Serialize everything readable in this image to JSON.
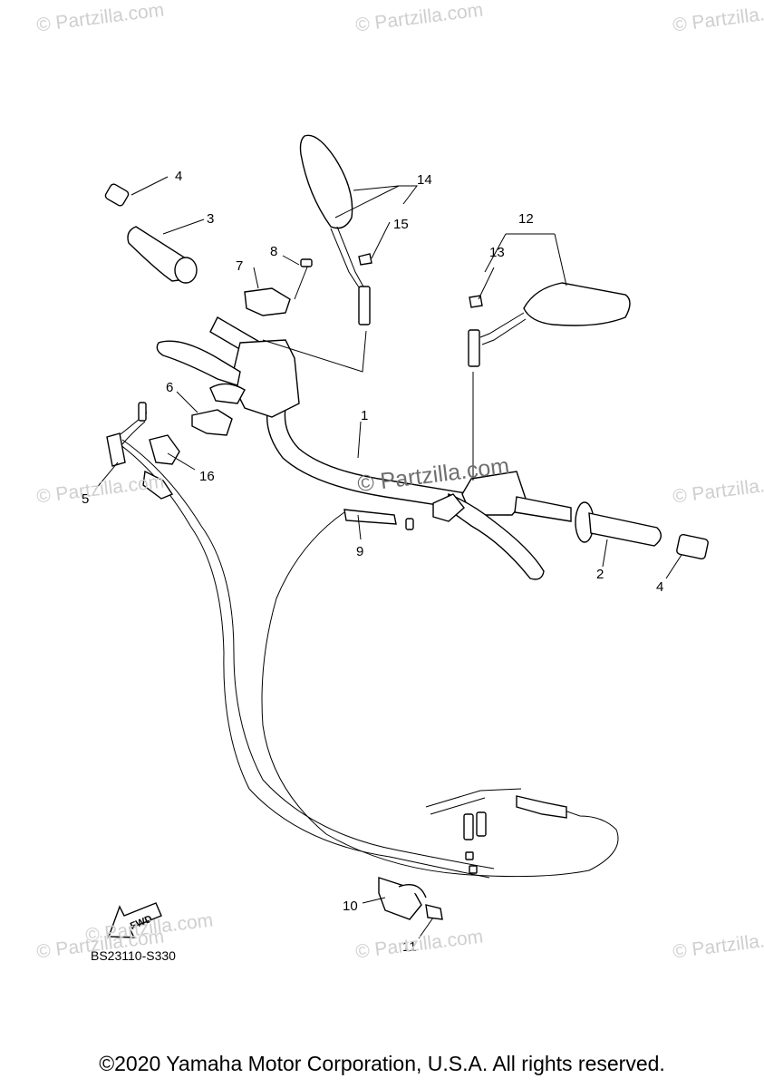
{
  "watermarks": [
    "© Partzilla.com",
    "© Partzilla.com",
    "© Partzilla.com",
    "© Partzilla.com",
    "© Partzilla.com",
    "© Partzilla.com",
    "© Partzilla.com",
    "© Partzilla.com",
    "© Partzilla.com"
  ],
  "center_watermark": "© Partzilla.com",
  "callouts": {
    "p1": "1",
    "p2": "2",
    "p3": "3",
    "p4a": "4",
    "p4b": "4",
    "p5": "5",
    "p6": "6",
    "p7": "7",
    "p8": "8",
    "p9": "9",
    "p10": "10",
    "p11": "11",
    "p12": "12",
    "p13": "13",
    "p14": "14",
    "p15": "15",
    "p16": "16"
  },
  "fwd_label": "FWD",
  "diagram_code": "BS23110-S330",
  "copyright": "©2020 Yamaha Motor Corporation, U.S.A. All rights reserved."
}
